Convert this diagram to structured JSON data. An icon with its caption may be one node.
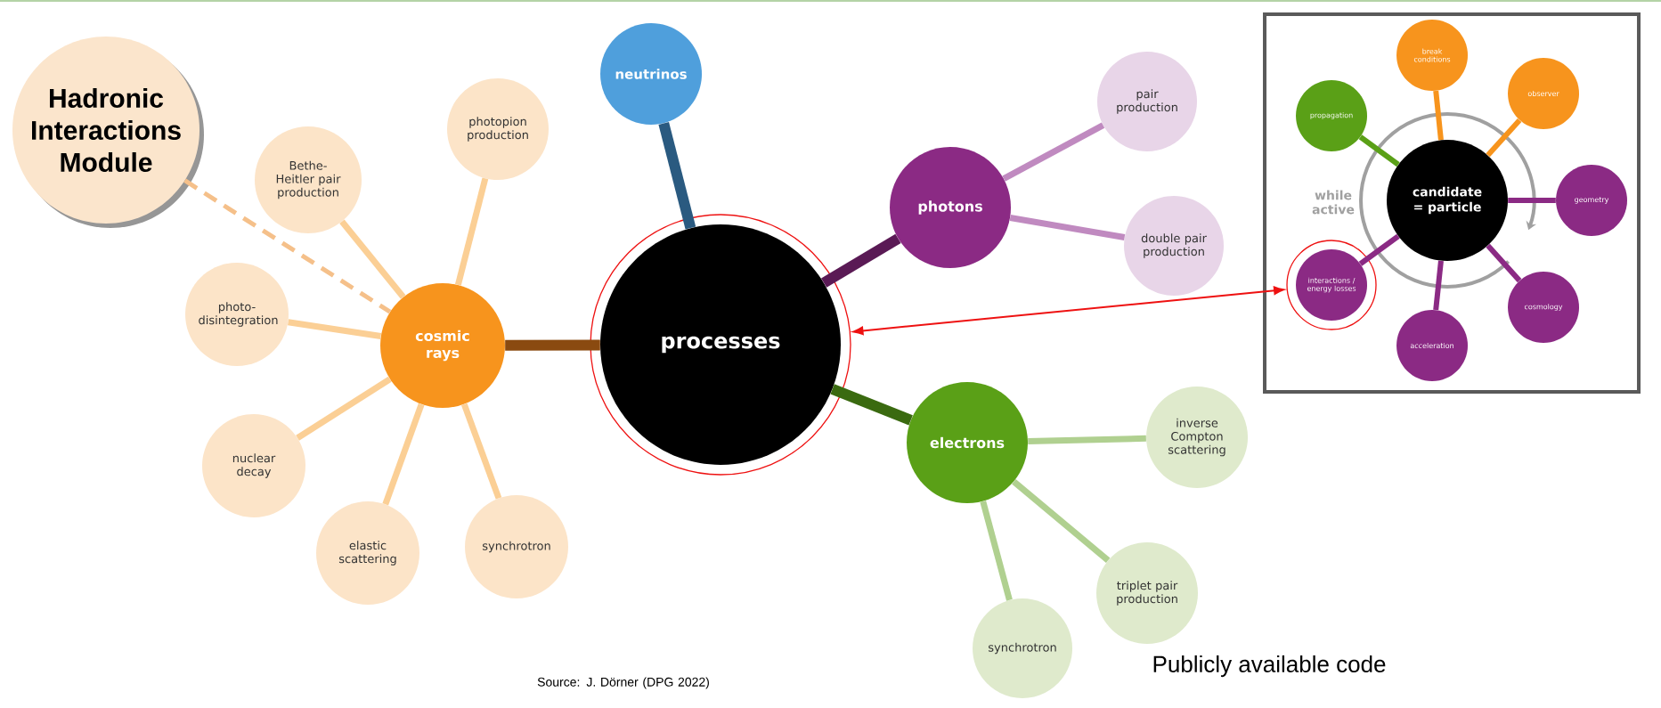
{
  "diagram": {
    "nodes": [
      {
        "text": [
          "Hadronic Interactions Module"
        ]
      },
      {
        "text": [
          "cosmic rays"
        ]
      },
      {
        "text": [
          "photopion production"
        ]
      },
      {
        "text": [
          "Bethe-Heitler pair production"
        ]
      },
      {
        "text": [
          "photo-disintegration"
        ]
      },
      {
        "text": [
          "nuclear decay"
        ]
      },
      {
        "text": [
          "elastic scattering"
        ]
      },
      {
        "text": [
          "synchrotron"
        ]
      },
      {
        "text": [
          "neutrinos"
        ]
      },
      {
        "text": [
          "processes"
        ]
      },
      {
        "text": [
          "photons"
        ]
      },
      {
        "text": [
          "pair production"
        ]
      },
      {
        "text": [
          "double pair production"
        ]
      },
      {
        "text": [
          "electrons"
        ]
      },
      {
        "text": [
          "inverse Compton scattering"
        ]
      },
      {
        "text": [
          "triplet pair production"
        ]
      },
      {
        "text": [
          "synchrotron"
        ]
      },
      {
        "text": [
          "candidate = particle"
        ]
      },
      {
        "text": [
          "break conditions"
        ]
      },
      {
        "text": [
          "observer"
        ]
      },
      {
        "text": [
          "propagation"
        ]
      },
      {
        "text": [
          "geometry"
        ]
      },
      {
        "text": [
          "interactions / energy losses"
        ]
      },
      {
        "text": [
          "cosmology"
        ]
      },
      {
        "text": [
          "acceleration"
        ]
      }
    ],
    "edges": [
      {
        "from": 0,
        "to": 1,
        "arrow": "none",
        "style": "dashed",
        "color": "#f5c08a"
      },
      {
        "from": 1,
        "to": 2,
        "arrow": "none",
        "color": "#fbcf95"
      },
      {
        "from": 1,
        "to": 3,
        "arrow": "none",
        "color": "#fbcf95"
      },
      {
        "from": 1,
        "to": 4,
        "arrow": "none",
        "color": "#fbcf95"
      },
      {
        "from": 1,
        "to": 5,
        "arrow": "none",
        "color": "#fbcf95"
      },
      {
        "from": 1,
        "to": 6,
        "arrow": "none",
        "color": "#fbcf95"
      },
      {
        "from": 1,
        "to": 7,
        "arrow": "none",
        "color": "#fbcf95"
      },
      {
        "from": 9,
        "to": 1,
        "arrow": "none",
        "color": "#8a4a10"
      },
      {
        "from": 9,
        "to": 8,
        "arrow": "none",
        "color": "#2a5a80"
      },
      {
        "from": 9,
        "to": 10,
        "arrow": "none",
        "color": "#5a1a55"
      },
      {
        "from": 9,
        "to": 13,
        "arrow": "none",
        "color": "#3a6a10"
      },
      {
        "from": 10,
        "to": 11,
        "arrow": "none",
        "color": "#c08ac0"
      },
      {
        "from": 10,
        "to": 12,
        "arrow": "none",
        "color": "#c08ac0"
      },
      {
        "from": 13,
        "to": 14,
        "arrow": "none",
        "color": "#b0d090"
      },
      {
        "from": 13,
        "to": 15,
        "arrow": "none",
        "color": "#b0d090"
      },
      {
        "from": 13,
        "to": 16,
        "arrow": "none",
        "color": "#b0d090"
      },
      {
        "from": 17,
        "to": 18,
        "arrow": "none",
        "color": "#f7941d"
      },
      {
        "from": 17,
        "to": 19,
        "arrow": "none",
        "color": "#f7941d"
      },
      {
        "from": 17,
        "to": 20,
        "arrow": "none",
        "color": "#5aa017"
      },
      {
        "from": 17,
        "to": 21,
        "arrow": "none",
        "color": "#8b2a84"
      },
      {
        "from": 17,
        "to": 22,
        "arrow": "none",
        "color": "#8b2a84"
      },
      {
        "from": 17,
        "to": 23,
        "arrow": "none",
        "color": "#8b2a84"
      },
      {
        "from": 17,
        "to": 24,
        "arrow": "none",
        "color": "#8b2a84"
      },
      {
        "from": 22,
        "to": 9,
        "arrow": "both",
        "color": "#ee1111"
      }
    ],
    "labels": [
      "while active",
      "Source: J. Dörner (DPG 2022)",
      "Publicly available code"
    ]
  }
}
